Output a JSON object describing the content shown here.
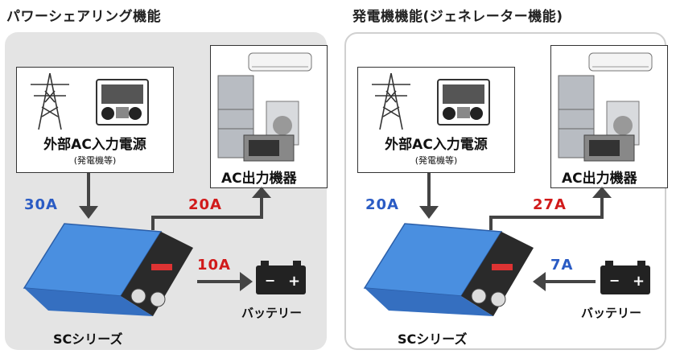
{
  "left": {
    "heading": "パワーシェアリング機能",
    "source_label": "外部AC入力電源",
    "source_sub": "(発電機等)",
    "output_label": "AC出力機器",
    "input_current": "30A",
    "output_current": "20A",
    "battery_current": "10A",
    "battery_label": "バッテリー",
    "device_label": "SCシリーズ"
  },
  "right": {
    "heading": "発電機機能(ジェネレーター機能)",
    "source_label": "外部AC入力電源",
    "source_sub": "(発電機等)",
    "output_label": "AC出力機器",
    "input_current": "20A",
    "output_current": "27A",
    "battery_current": "7A",
    "battery_label": "バッテリー",
    "device_label": "SCシリーズ"
  },
  "colors": {
    "input_current": "#2a5bc4",
    "output_current": "#d11a1a",
    "battery_current_left": "#d11a1a",
    "battery_current_right": "#2a5bc4",
    "arrow": "#444444",
    "inverter": "#4a8fe0"
  }
}
